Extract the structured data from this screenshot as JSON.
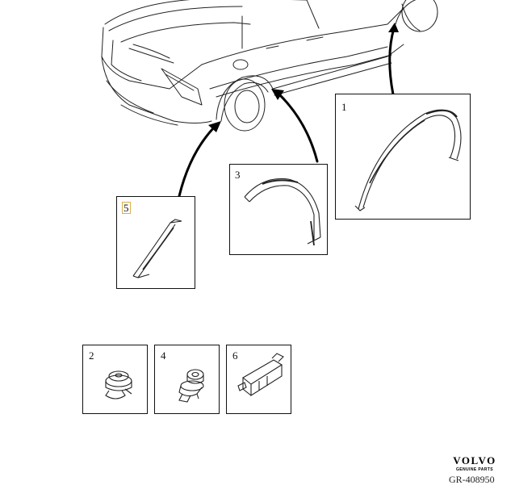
{
  "callouts": {
    "part1": "1",
    "part2": "2",
    "part3": "3",
    "part4": "4",
    "part5": "5",
    "part6": "6"
  },
  "logo": {
    "brand": "VOLVO",
    "tagline": "GENUINE PARTS"
  },
  "reference_code": "GR-408950"
}
